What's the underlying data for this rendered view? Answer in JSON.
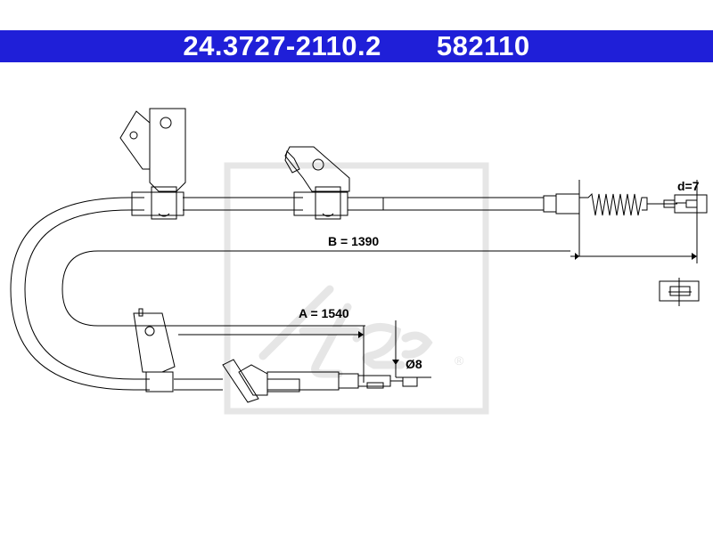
{
  "header": {
    "part_number": "24.3727-2110.2",
    "ref_number": "582110",
    "background_color": "#1f1fd8",
    "text_color": "#ffffff"
  },
  "diagram": {
    "dimensions": {
      "b_label": "B = 1390",
      "a_label": "A = 1540",
      "d_label": "d=7",
      "diameter_label": "Ø8"
    },
    "watermark": {
      "brand": "Ate",
      "registered": "®",
      "color": "#e6e6e6"
    }
  }
}
